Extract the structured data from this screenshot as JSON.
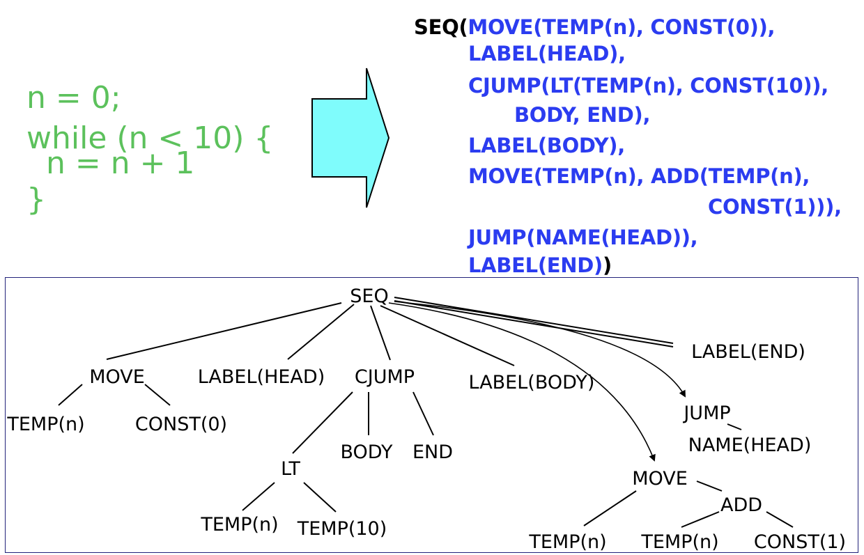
{
  "source_code": {
    "lines": [
      "n = 0;",
      "while (n < 10) {",
      "  n = n + 1",
      "}"
    ],
    "color": "#5cc15c"
  },
  "ir_code": {
    "prefix": "SEQ(",
    "lines": [
      "MOVE(TEMP(n), CONST(0)),",
      "LABEL(HEAD),",
      "CJUMP(LT(TEMP(n), CONST(10)),",
      "BODY, END),",
      "LABEL(BODY),",
      "MOVE(TEMP(n), ADD(TEMP(n),",
      "CONST(1))),",
      "JUMP(NAME(HEAD)),",
      "LABEL(END)"
    ],
    "closing": ")",
    "color": "#2b3cf0"
  },
  "arrow": {
    "fill": "#7ffcfc",
    "stroke": "#000000"
  },
  "tree": {
    "nodes": [
      {
        "id": "seq",
        "label": "SEQ"
      },
      {
        "id": "move1",
        "label": "MOVE"
      },
      {
        "id": "temp-n-1",
        "label": "TEMP(n)"
      },
      {
        "id": "const0",
        "label": "CONST(0)"
      },
      {
        "id": "label-head",
        "label": "LABEL(HEAD)"
      },
      {
        "id": "cjump",
        "label": "CJUMP"
      },
      {
        "id": "lt",
        "label": "LT"
      },
      {
        "id": "temp-n-2",
        "label": "TEMP(n)"
      },
      {
        "id": "temp10",
        "label": "TEMP(10)"
      },
      {
        "id": "body",
        "label": "BODY"
      },
      {
        "id": "end",
        "label": "END"
      },
      {
        "id": "label-body",
        "label": "LABEL(BODY)"
      },
      {
        "id": "move2",
        "label": "MOVE"
      },
      {
        "id": "temp-n-3",
        "label": "TEMP(n)"
      },
      {
        "id": "add",
        "label": "ADD"
      },
      {
        "id": "temp-n-4",
        "label": "TEMP(n)"
      },
      {
        "id": "const1",
        "label": "CONST(1)"
      },
      {
        "id": "jump",
        "label": "JUMP"
      },
      {
        "id": "name-head",
        "label": "NAME(HEAD)"
      },
      {
        "id": "label-end",
        "label": "LABEL(END)"
      }
    ],
    "edges": [
      [
        "seq",
        "move1"
      ],
      [
        "seq",
        "label-head"
      ],
      [
        "seq",
        "cjump"
      ],
      [
        "seq",
        "label-body"
      ],
      [
        "seq",
        "move2"
      ],
      [
        "seq",
        "jump"
      ],
      [
        "seq",
        "label-end"
      ],
      [
        "move1",
        "temp-n-1"
      ],
      [
        "move1",
        "const0"
      ],
      [
        "cjump",
        "lt"
      ],
      [
        "cjump",
        "body"
      ],
      [
        "cjump",
        "end"
      ],
      [
        "lt",
        "temp-n-2"
      ],
      [
        "lt",
        "temp10"
      ],
      [
        "move2",
        "temp-n-3"
      ],
      [
        "move2",
        "add"
      ],
      [
        "add",
        "temp-n-4"
      ],
      [
        "add",
        "const1"
      ],
      [
        "jump",
        "name-head"
      ]
    ]
  }
}
